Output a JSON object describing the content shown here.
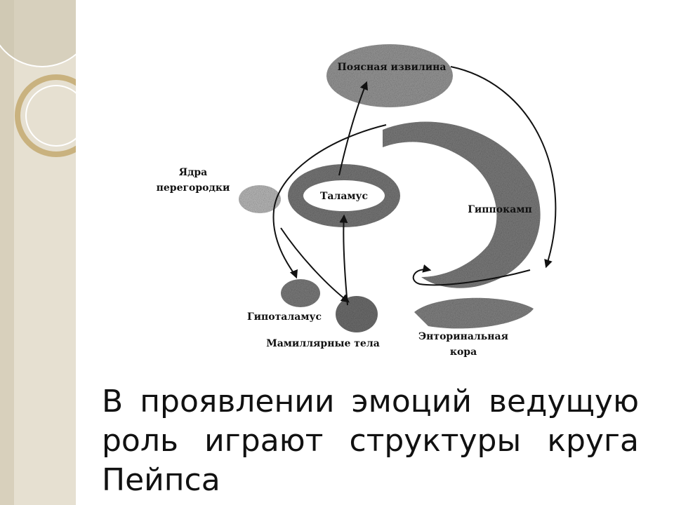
{
  "diagram": {
    "labels": {
      "cingulate": "Поясная извилина",
      "septal_line1": "Ядра",
      "septal_line2": "перегородки",
      "thalamus": "Таламус",
      "hippocampus": "Гиппокамп",
      "hypothalamus": "Гипоталамус",
      "mammillary": "Мамиллярные тела",
      "entorhinal_line1": "Энторинальная",
      "entorhinal_line2": "кора"
    }
  },
  "body": {
    "text": "В проявлении эмоций ведущую роль играют структуры круга Пейпса"
  },
  "colors": {
    "side_panel": "#e4ddcc",
    "side_accent": "#c6b48e",
    "structure_fill": "#8a8a8a"
  }
}
